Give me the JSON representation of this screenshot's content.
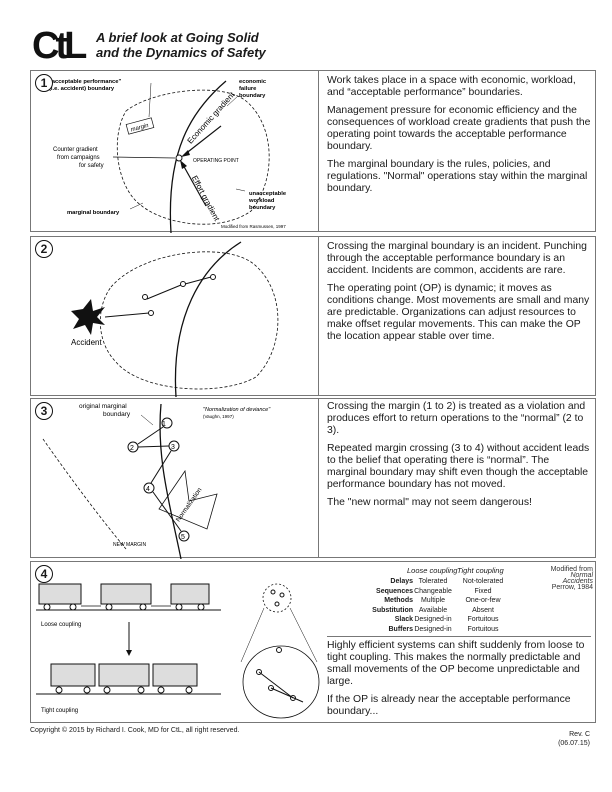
{
  "header": {
    "logo_text": "CtL",
    "title_line1": "A brief look at Going Solid",
    "title_line2": "and the Dynamics of Safety"
  },
  "panel1": {
    "number": "1",
    "fig": {
      "acceptable_boundary": "\"acceptable performance\"",
      "acceptable_boundary_2": "(i.e. accident) boundary",
      "economic_failure": "economic",
      "economic_failure_2": "failure",
      "economic_failure_3": "boundary",
      "economic_gradient": "Economic gradient",
      "effort_gradient": "Effort gradient",
      "margin": "margin",
      "counter_gradient_1": "Counter gradient",
      "counter_gradient_2": "from campaigns",
      "counter_gradient_3": "for safety",
      "operating_point": "OPERATING POINT",
      "unacceptable_1": "unacceptable",
      "unacceptable_2": "workload",
      "unacceptable_3": "boundary",
      "marginal_boundary": "marginal boundary",
      "credit": "Modified from Rasmussen, 1997"
    },
    "text": [
      "Work takes place in a space with economic, workload, and “acceptable performance” boundaries.",
      "Management pressure for economic efficiency and the consequences of workload create gradients that push the operating point towards the acceptable performance boundary.",
      "The marginal boundary is the rules, policies, and regulations. \"Normal\" operations stay within the marginal boundary."
    ]
  },
  "panel2": {
    "number": "2",
    "fig": {
      "accident": "Accident"
    },
    "text": [
      "Crossing the marginal boundary is an incident. Punching through the acceptable performance boundary is an accident. Incidents are common, accidents are rare.",
      "The operating point (OP) is dynamic; it moves as conditions change. Most movements are small and many are predictable. Organizations can adjust resources to make offset regular movements. This can make the OP the location appear stable over time."
    ]
  },
  "panel3": {
    "number": "3",
    "fig": {
      "original_marginal": "original marginal",
      "boundary": "boundary",
      "normalization": "\"Normalization of deviance\"",
      "vaughan": "(Vaughn, 1997)",
      "p1": "1",
      "p2": "2",
      "p3": "3",
      "p4": "4",
      "p5": "5",
      "normalization_label": "Normalization",
      "new_margin": "NEW MARGIN"
    },
    "text": [
      "Crossing the margin (1 to 2) is treated as a violation and produces effort to return operations to the “normal” (2 to 3).",
      "Repeated margin crossing (3 to 4) without accident leads to the belief that operating there is “normal”. The marginal boundary may shift even though the acceptable performance boundary has not moved.",
      "The \"new normal\" may not seem dangerous!"
    ]
  },
  "panel4": {
    "number": "4",
    "fig": {
      "loose": "Loose coupling",
      "tight": "Tight coupling"
    },
    "coupling": {
      "loose_header": "Loose coupling",
      "tight_header": "Tight coupling",
      "credit_1": "Modified from",
      "credit_2": "Normal Accidents",
      "credit_3": "Perrow, 1984",
      "rows": [
        {
          "label": "Delays",
          "loose": "Tolerated",
          "tight": "Not-tolerated"
        },
        {
          "label": "Sequences",
          "loose": "Changeable",
          "tight": "Fixed"
        },
        {
          "label": "Methods",
          "loose": "Multiple",
          "tight": "One-or-few"
        },
        {
          "label": "Substitution",
          "loose": "Available",
          "tight": "Absent"
        },
        {
          "label": "Slack",
          "loose": "Designed-in",
          "tight": "Fortuitous"
        },
        {
          "label": "Buffers",
          "loose": "Designed-in",
          "tight": "Fortuitous"
        }
      ]
    },
    "text": [
      "Highly efficient systems can shift suddenly from loose to tight coupling. This makes the normally predictable and small movements of the OP become unpredictable and large.",
      "If the OP is already near the acceptable performance boundary..."
    ]
  },
  "footer": {
    "copyright": "Copyright ©  2015 by Richard I. Cook, MD for CtL, all right reserved.",
    "rev_1": "Rev. C",
    "rev_2": "(06.07.15)"
  }
}
